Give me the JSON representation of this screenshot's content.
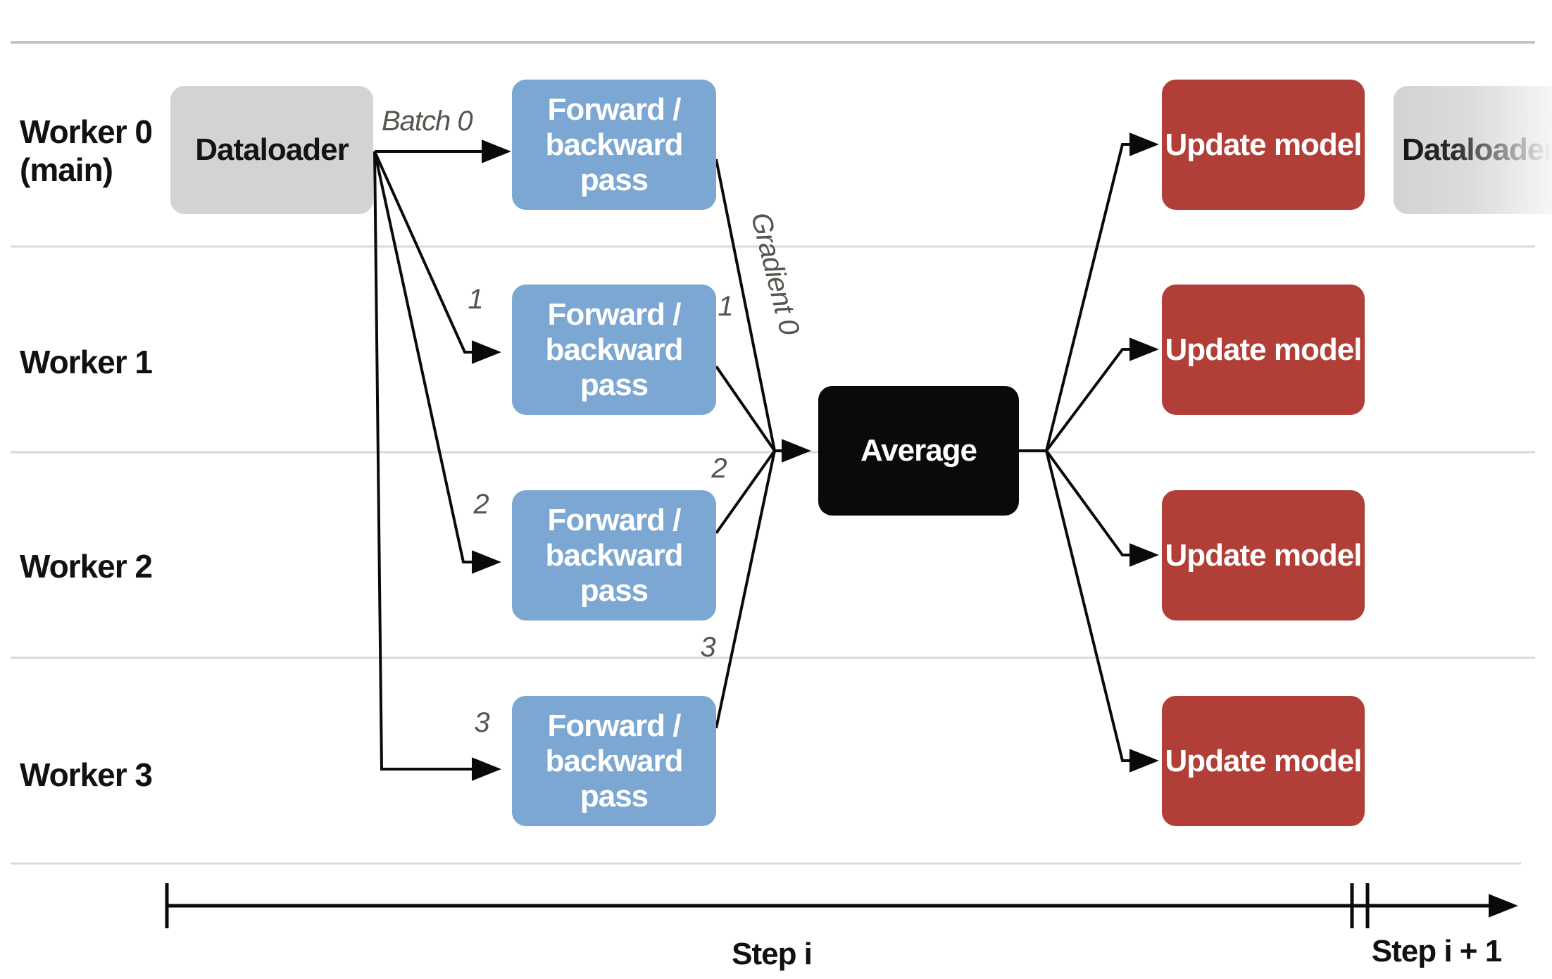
{
  "workers": {
    "w0_line1": "Worker 0",
    "w0_line2": "(main)",
    "w1": "Worker 1",
    "w2": "Worker 2",
    "w3": "Worker 3"
  },
  "boxes": {
    "dataloader": "Dataloader",
    "forward_line1": "Forward /",
    "forward_line2": "backward pass",
    "average": "Average",
    "update": "Update model",
    "next_dataloader": "Dataloader"
  },
  "annotations": {
    "batch": "Batch 0",
    "gradient": "Gradient 0",
    "batch_num_1": "1",
    "batch_num_2": "2",
    "batch_num_3": "3",
    "grad_num_1": "1",
    "grad_num_2": "2",
    "grad_num_3": "3"
  },
  "timeline": {
    "step_i": "Step i",
    "step_i_plus_1": "Step i + 1"
  },
  "colors": {
    "forward_box": "#7ba7d2",
    "update_box": "#b13e37",
    "dataloader_box": "#d3d3d3",
    "average_box": "#0a0a0a",
    "annotation_text": "#57534e",
    "lane_line": "#d9d9d9",
    "arrow": "#0a0a0a"
  }
}
